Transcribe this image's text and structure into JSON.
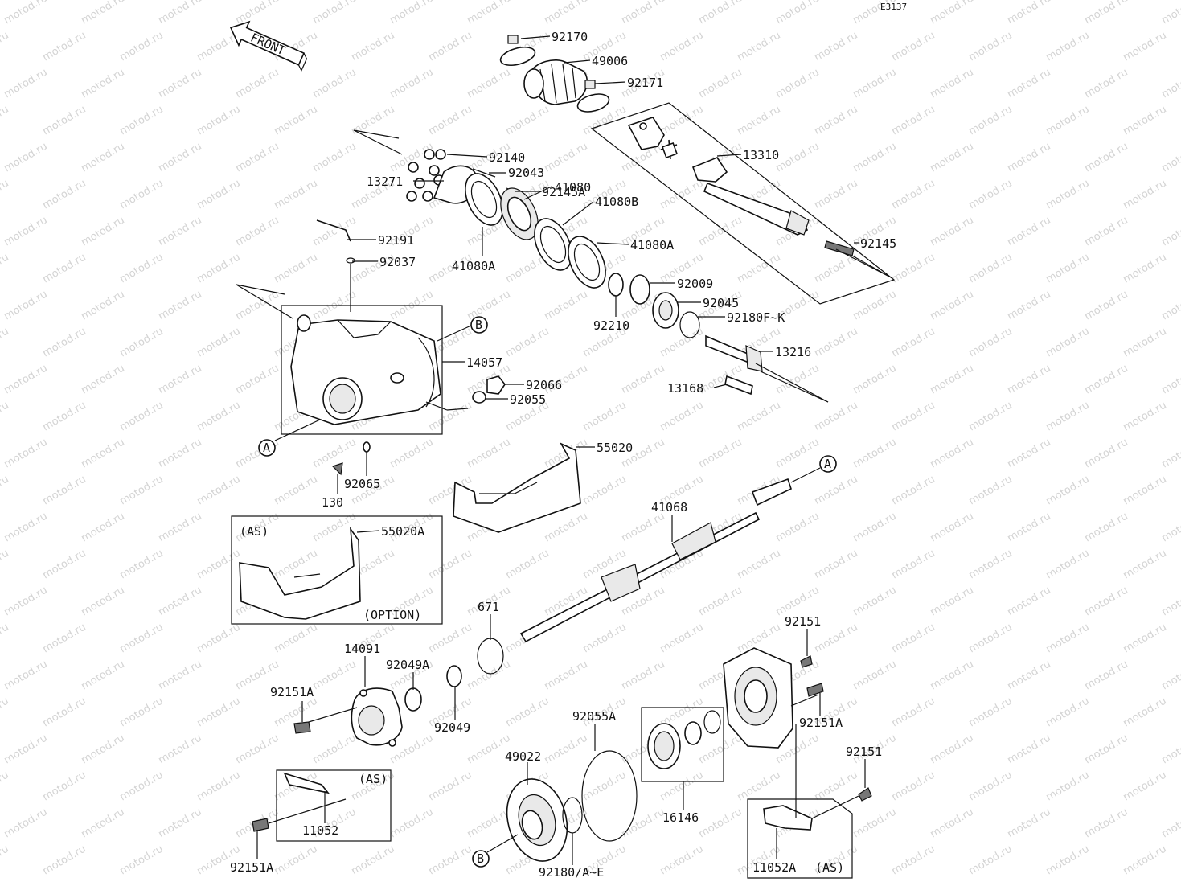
{
  "diagram_code": "E3137",
  "front_arrow_label": "FRONT",
  "watermark_text": "motod.ru",
  "part_labels": {
    "p92170": "92170",
    "p49006": "49006",
    "p92171": "92171",
    "p13310": "13310",
    "p92140": "92140",
    "p92043": "92043",
    "p92145A": "92145A",
    "p13271": "13271",
    "p41080": "41080",
    "p41080B": "41080B",
    "p41080A_right": "41080A",
    "p41080A_left": "41080A",
    "p92145": "92145",
    "p92191": "92191",
    "p92037": "92037",
    "p92009": "92009",
    "p92045": "92045",
    "p92210": "92210",
    "p92180FK": "92180F~K",
    "p13216": "13216",
    "p14057": "14057",
    "p92066": "92066",
    "p92055": "92055",
    "p13168": "13168",
    "p55020": "55020",
    "p92065": "92065",
    "p130": "130",
    "p55020A": "55020A",
    "p41068": "41068",
    "p671": "671",
    "p92151_top": "92151",
    "p14091": "14091",
    "p92049A": "92049A",
    "p92151A_left": "92151A",
    "p92049": "92049",
    "p92151A_right": "92151A",
    "p92055A": "92055A",
    "p49022": "49022",
    "p92151_right": "92151",
    "p11052": "11052",
    "p16146": "16146",
    "p92151A_bottom": "92151A",
    "p92180AE": "92180/A~E",
    "p11052A": "11052A"
  },
  "ref_markers": {
    "a_left": "A",
    "a_right": "A",
    "b_top": "B",
    "b_bottom": "B"
  },
  "box_tags": {
    "as_option_box": "(AS)",
    "option_tag": "(OPTION)",
    "as_bracket_left": "(AS)",
    "as_bracket_right": "(AS)"
  }
}
